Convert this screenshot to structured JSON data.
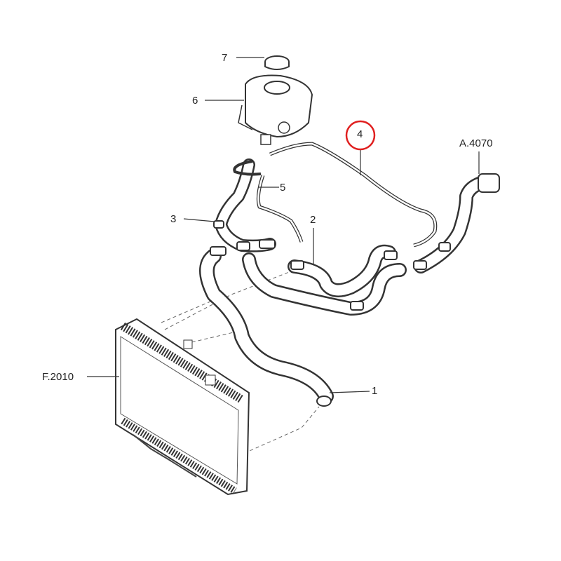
{
  "callouts": {
    "part_7": "7",
    "part_6": "6",
    "part_4": "4",
    "part_a4070": "A.4070",
    "part_5": "5",
    "part_3": "3",
    "part_2": "2",
    "part_f2010": "F.2010",
    "part_1": "1"
  },
  "highlight_color": "#e02020"
}
